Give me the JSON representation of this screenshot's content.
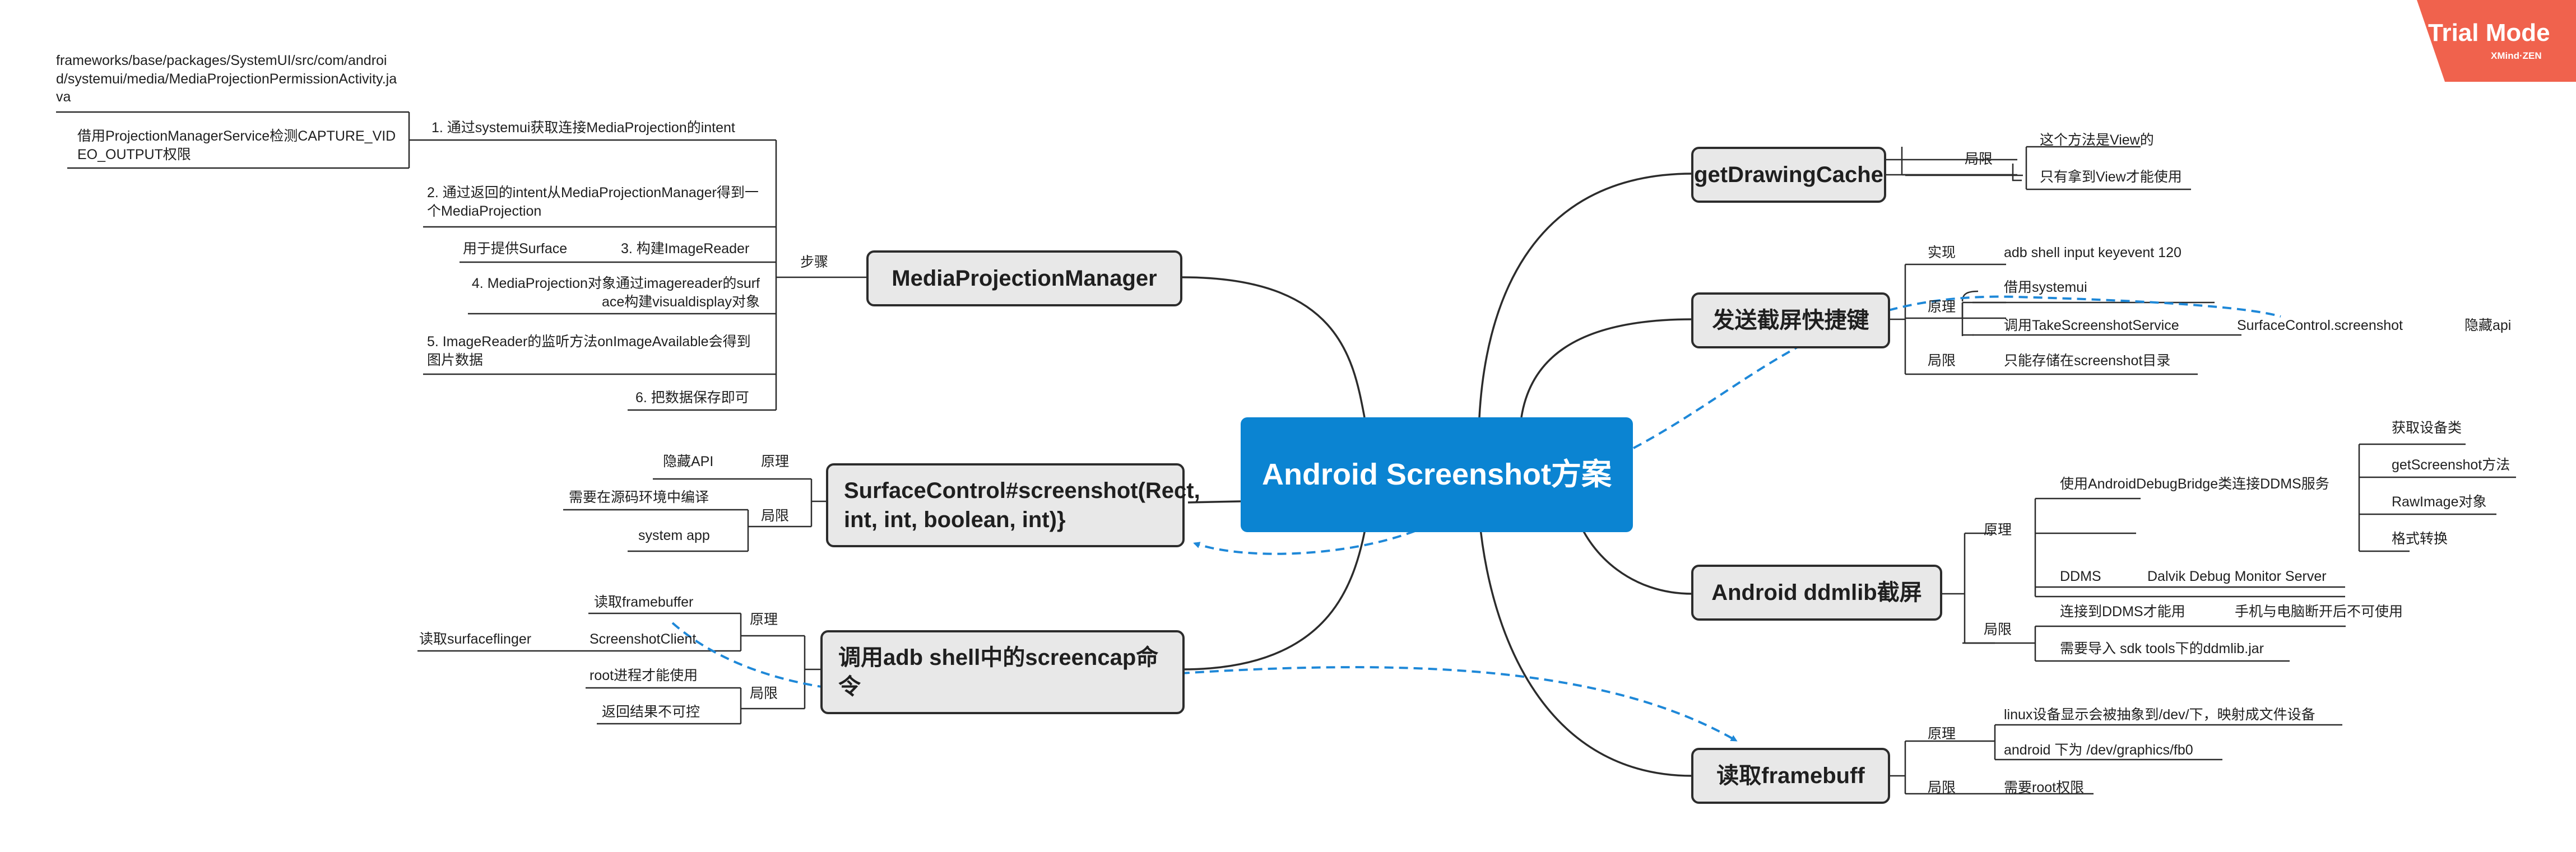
{
  "trial_badge": {
    "title": "Trial Mode",
    "subtitle": "XMind·ZEN",
    "color": "#f0624d"
  },
  "colors": {
    "root_bg": "#0b84d2",
    "node_bg": "#e8e8e8",
    "link": "#2c2c2c",
    "relationship": "#1e88d8"
  },
  "root": {
    "title": "Android Screenshot方案"
  },
  "topics": {
    "getDrawingCache": {
      "title": "getDrawingCache",
      "limit_label": "局限",
      "limit_items": [
        "这个方法是View的",
        "只有拿到View才能使用"
      ]
    },
    "shortcut": {
      "title": "发送截屏快捷键",
      "impl_label": "实现",
      "impl_value": "adb shell input keyevent 120",
      "principle_label": "原理",
      "principle_items": [
        "借用systemui",
        "调用TakeScreenshotService"
      ],
      "principle_sub": "SurfaceControl.screenshot",
      "principle_sub_note": "隐藏api",
      "limit_label": "局限",
      "limit_value": "只能存储在screenshot目录"
    },
    "ddmlib": {
      "title": "Android ddmlib截屏",
      "principle_label": "原理",
      "principle_main": "使用AndroidDebugBridge类连接DDMS服务",
      "principle_steps": [
        "获取设备类",
        "getScreenshot方法",
        "RawImage对象",
        "格式转换"
      ],
      "ddms_label": "DDMS",
      "ddms_value": "Dalvik Debug Monitor Server",
      "limit_label": "局限",
      "limit_items": [
        "连接到DDMS才能用",
        "需要导入 sdk tools下的ddmlib.jar"
      ],
      "limit_sub": "手机与电脑断开后不可使用"
    },
    "framebuffer": {
      "title": "读取framebuff",
      "principle_label": "原理",
      "principle_items": [
        "linux设备显示会被抽象到/dev/下，映射成文件设备",
        "android 下为 /dev/graphics/fb0"
      ],
      "limit_label": "局限",
      "limit_value": "需要root权限"
    },
    "mediaprojection": {
      "title": "MediaProjectionManager",
      "steps_label": "步骤",
      "step1": "1. 通过systemui获取连接MediaProjection的intent",
      "step1_path": "frameworks/base/packages/SystemUI/src/com/android/systemui/media/MediaProjectionPermissionActivity.java",
      "step1_note": "借用ProjectionManagerService检测CAPTURE_VIDEO_OUTPUT权限",
      "step2": "2. 通过返回的intent从MediaProjectionManager得到一个MediaProjection",
      "step3": "3. 构建ImageReader",
      "step3_note": "用于提供Surface",
      "step4": "4. MediaProjection对象通过imagereader的surface构建visualdisplay对象",
      "step5": "5. ImageReader的监听方法onImageAvailable会得到图片数据",
      "step6": "6. 把数据保存即可"
    },
    "surfacecontrol": {
      "title": "SurfaceControl#screenshot(Rect, int, int, boolean, int)}",
      "principle_label": "原理",
      "principle_value": "隐藏API",
      "limit_label": "局限",
      "limit_items": [
        "需要在源码环境中编译",
        "system app"
      ]
    },
    "screencap": {
      "title": "调用adb shell中的screencap命令",
      "principle_label": "原理",
      "principle_items": [
        "读取framebuffer",
        "ScreenshotClient"
      ],
      "principle_sub": "读取surfaceflinger",
      "limit_label": "局限",
      "limit_items": [
        "root进程才能使用",
        "返回结果不可控"
      ]
    }
  }
}
